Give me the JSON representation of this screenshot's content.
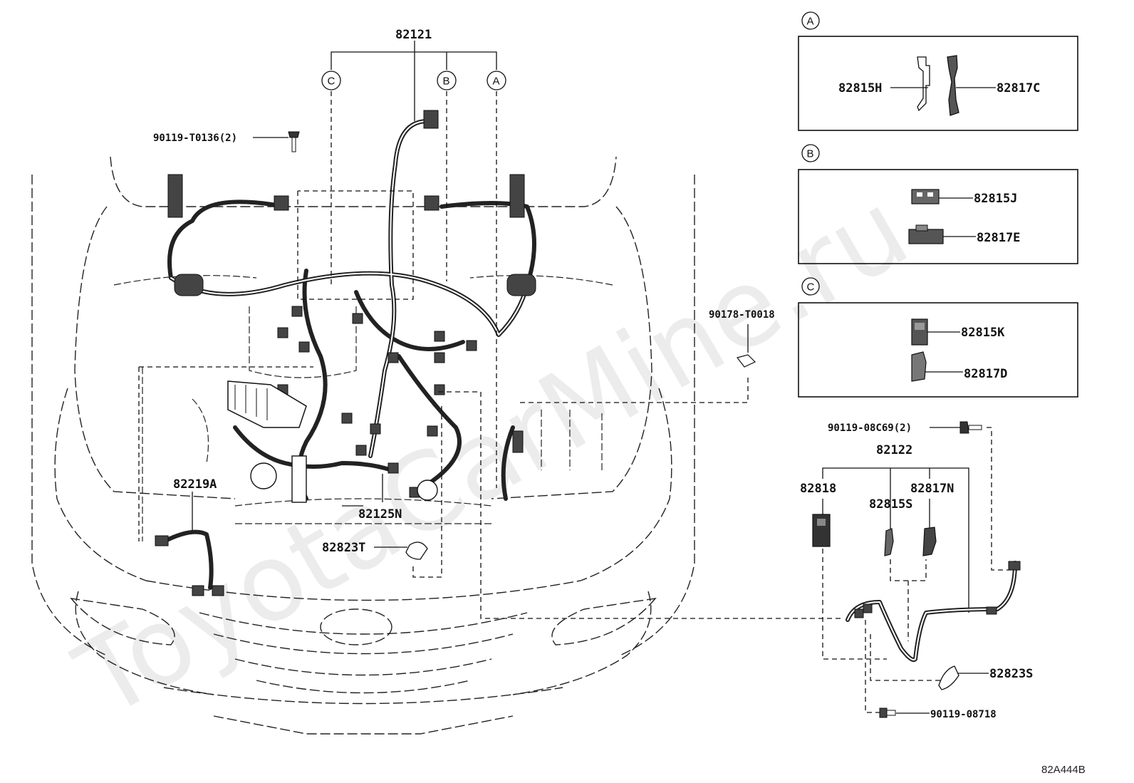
{
  "watermark": "ToyotaCarMine.ru",
  "diagram_ref": "82A444B",
  "detail_views": [
    {
      "letter": "A",
      "parts": [
        "82815H",
        "82817C"
      ]
    },
    {
      "letter": "B",
      "parts": [
        "82815J",
        "82817E"
      ]
    },
    {
      "letter": "C",
      "parts": [
        "82815K",
        "82817D"
      ]
    }
  ],
  "main_labels": {
    "harness_main": "82121",
    "callout_c": "C",
    "callout_b": "B",
    "callout_a": "A",
    "bolt_top": "90119-T0136(2)",
    "clip": "90178-T0018",
    "sensor_wire": "82219A",
    "engine_wire": "82125N",
    "protector": "82823T"
  },
  "sub_assembly": {
    "bolt": "90119-08C69(2)",
    "harness": "82122",
    "parts": [
      "82818",
      "82815S",
      "82817N"
    ],
    "protector": "82823S",
    "bolt_bottom": "90119-08718"
  }
}
